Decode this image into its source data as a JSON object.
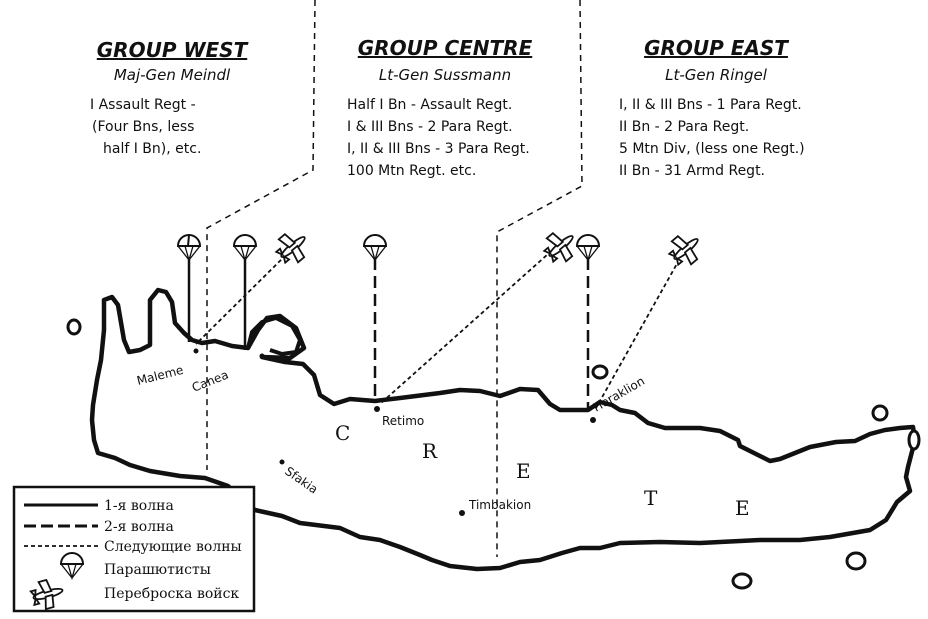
{
  "groups": [
    {
      "title": "GROUP WEST",
      "commander": "Maj-Gen Meindl",
      "units": [
        "I Assault Regt -",
        "(Four Bns, less",
        "half I Bn), etc."
      ]
    },
    {
      "title": "GROUP CENTRE",
      "commander": "Lt-Gen Sussmann",
      "units": [
        "Half I Bn - Assault Regt.",
        "I & III Bns - 2 Para Regt.",
        "I, II & III Bns - 3 Para Regt.",
        "100 Mtn Regt. etc."
      ]
    },
    {
      "title": "GROUP EAST",
      "commander": "Lt-Gen Ringel",
      "units": [
        "I, II & III Bns - 1 Para Regt.",
        "II Bn - 2 Para Regt.",
        "5 Mtn Div, (less one Regt.)",
        "II Bn - 31 Armd Regt."
      ]
    }
  ],
  "places": {
    "maleme": "Maleme",
    "canea": "Canea",
    "retimo": "Retimo",
    "heraklion": "Heraklion",
    "sfakia": "Sfakia",
    "timbakion": "Timbakion"
  },
  "island_letters": [
    "C",
    "R",
    "E",
    "T",
    "E"
  ],
  "legend": {
    "wave1": "1-я волна",
    "wave2": "2-я волна",
    "next_waves": "Следующие волны",
    "paratroopers": "Парашютисты",
    "airlift": "Переброска войск"
  },
  "colors": {
    "ink": "#111111",
    "paper": "#ffffff"
  },
  "icons": [
    "parachute-icon",
    "airplane-icon"
  ]
}
